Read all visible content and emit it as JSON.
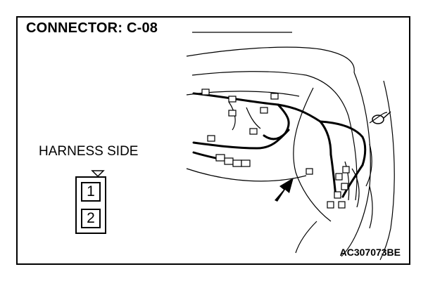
{
  "title": "CONNECTOR: C-08",
  "harness_label": "HARNESS SIDE",
  "pins": [
    "1",
    "2"
  ],
  "code": "AC307073BE"
}
